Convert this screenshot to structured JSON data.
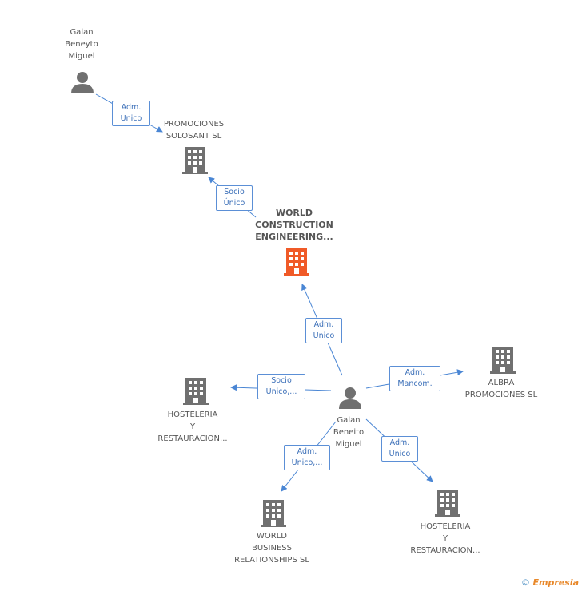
{
  "nodes": {
    "galan_top": {
      "label": [
        "Galan",
        "Beneyto",
        "Miguel"
      ],
      "type": "person"
    },
    "promociones": {
      "label": [
        "PROMOCIONES",
        "SOLOSANT SL"
      ],
      "type": "company"
    },
    "world_construction": {
      "label": [
        "WORLD",
        "CONSTRUCTION",
        "ENGINEERING..."
      ],
      "type": "company-main"
    },
    "galan_center": {
      "label": [
        "Galan",
        "Beneito",
        "Miguel"
      ],
      "type": "person"
    },
    "albra": {
      "label": [
        "ALBRA",
        "PROMOCIONES SL"
      ],
      "type": "company"
    },
    "hosteleria_left": {
      "label": [
        "HOSTELERIA",
        "Y",
        "RESTAURACION..."
      ],
      "type": "company"
    },
    "world_business": {
      "label": [
        "WORLD",
        "BUSINESS",
        "RELATIONSHIPS SL"
      ],
      "type": "company"
    },
    "hosteleria_right": {
      "label": [
        "HOSTELERIA",
        "Y",
        "RESTAURACION..."
      ],
      "type": "company"
    }
  },
  "edges": {
    "e1": [
      "Adm.",
      "Unico"
    ],
    "e2": [
      "Socio",
      "Único"
    ],
    "e3": [
      "Adm.",
      "Unico"
    ],
    "e4": [
      "Socio",
      "Único,..."
    ],
    "e5": [
      "Adm.",
      "Mancom."
    ],
    "e6": [
      "Adm.",
      "Unico,..."
    ],
    "e7": [
      "Adm.",
      "Unico"
    ]
  },
  "colors": {
    "edge": "#4a86d4",
    "icon": "#707070",
    "main_icon": "#f05a28"
  },
  "footer": {
    "copyright": "©",
    "brand": "Empresia"
  }
}
